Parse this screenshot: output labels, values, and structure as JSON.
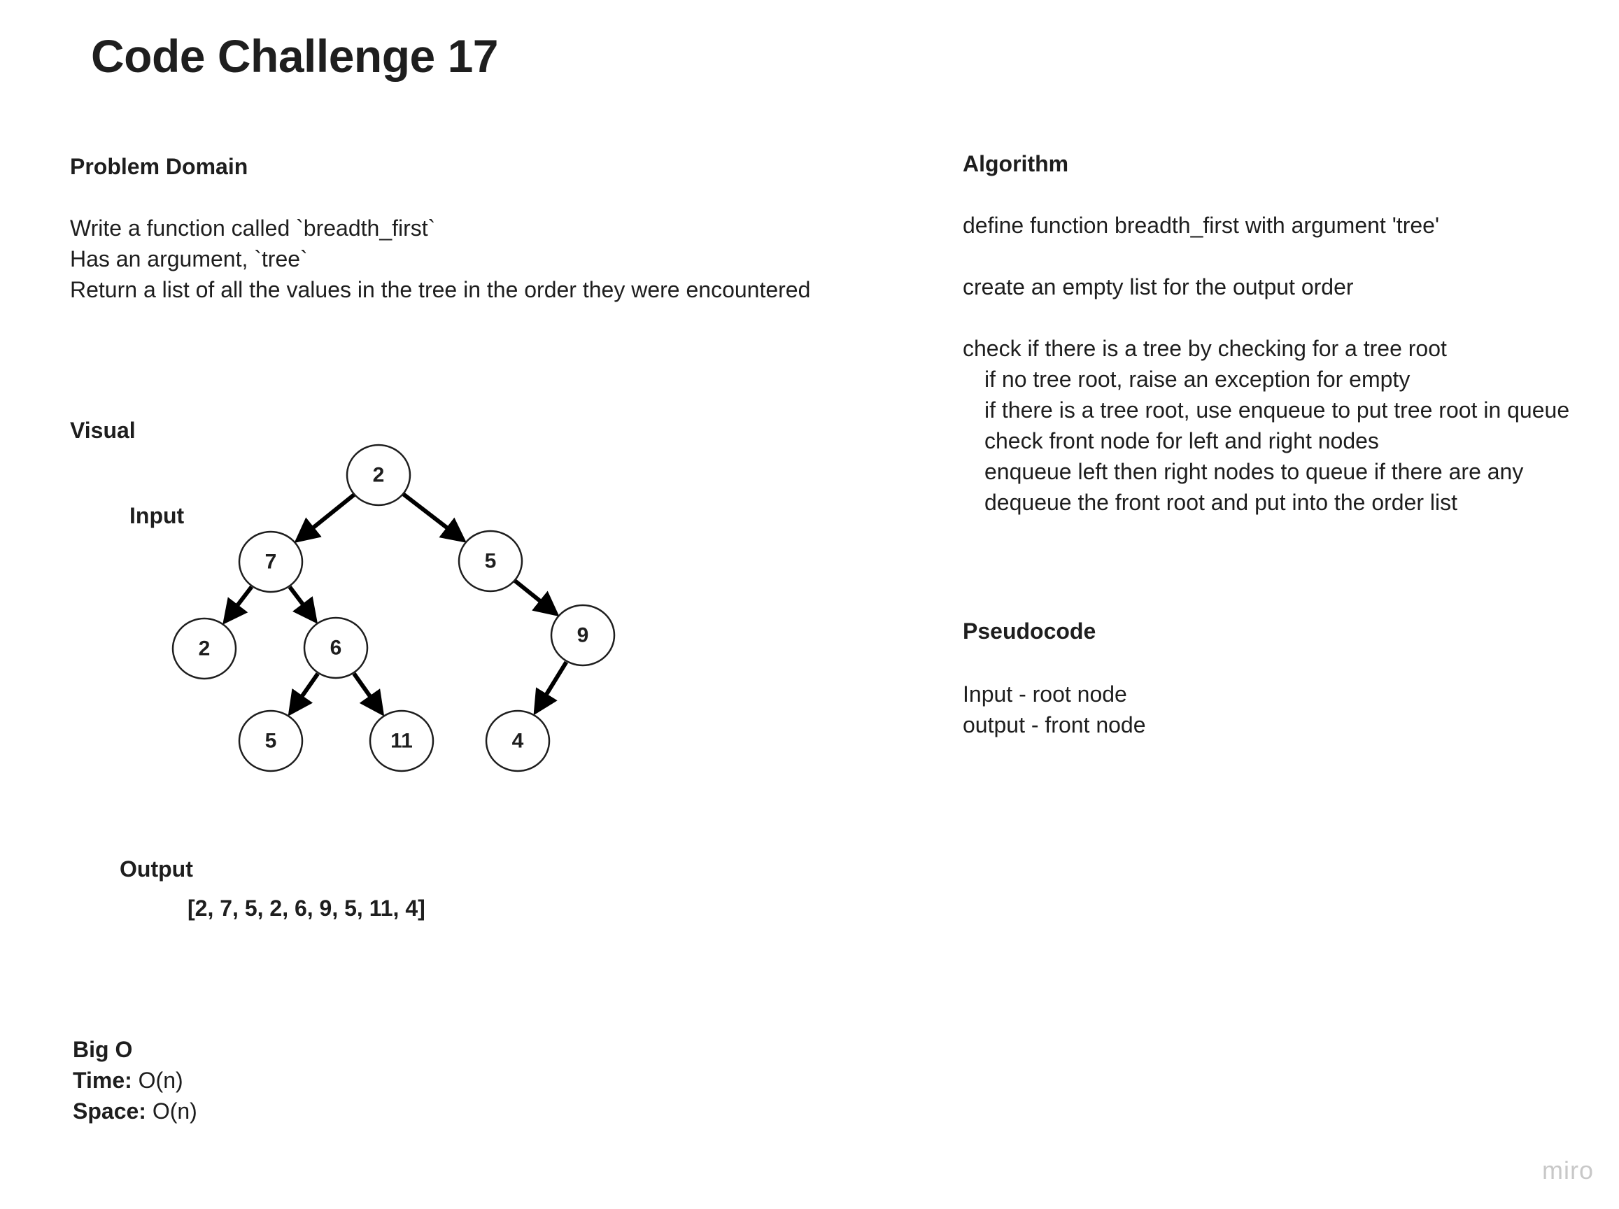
{
  "title": "Code Challenge 17",
  "problem_domain": {
    "heading": "Problem Domain",
    "lines": [
      "Write a function called `breadth_first`",
      "Has an argument, `tree`",
      "Return a list of all the values in the tree in the order they were encountered"
    ]
  },
  "visual": {
    "heading": "Visual",
    "input_label": "Input",
    "output_label": "Output",
    "output_value": "[2, 7, 5, 2, 6, 9, 5, 11, 4]",
    "tree": {
      "nodes": [
        {
          "id": "n2root",
          "value": "2"
        },
        {
          "id": "n7",
          "value": "7"
        },
        {
          "id": "n5top",
          "value": "5"
        },
        {
          "id": "n2leaf",
          "value": "2"
        },
        {
          "id": "n6",
          "value": "6"
        },
        {
          "id": "n9",
          "value": "9"
        },
        {
          "id": "n5leaf",
          "value": "5"
        },
        {
          "id": "n11",
          "value": "11"
        },
        {
          "id": "n4",
          "value": "4"
        }
      ],
      "edges": [
        {
          "from": "n2root",
          "to": "n7"
        },
        {
          "from": "n2root",
          "to": "n5top"
        },
        {
          "from": "n7",
          "to": "n2leaf"
        },
        {
          "from": "n7",
          "to": "n6"
        },
        {
          "from": "n5top",
          "to": "n9"
        },
        {
          "from": "n6",
          "to": "n5leaf"
        },
        {
          "from": "n6",
          "to": "n11"
        },
        {
          "from": "n9",
          "to": "n4"
        }
      ]
    }
  },
  "big_o": {
    "heading": "Big O",
    "time_label": "Time:",
    "time_value": "O(n)",
    "space_label": "Space:",
    "space_value": "O(n)"
  },
  "algorithm": {
    "heading": "Algorithm",
    "line1": "define function breadth_first with argument 'tree'",
    "line2": "create an empty list for the output order",
    "line3": "check if there is a tree by checking for a tree root",
    "indented": [
      "if no tree root, raise an exception for empty",
      "if there is a tree root, use enqueue to put tree root in queue",
      "check front node for left and right nodes",
      "enqueue left then right nodes to queue if there are any",
      "dequeue the front root and put into the order list"
    ]
  },
  "pseudocode": {
    "heading": "Pseudocode",
    "lines": [
      "Input - root node",
      "output - front node"
    ]
  },
  "watermark": "miro"
}
